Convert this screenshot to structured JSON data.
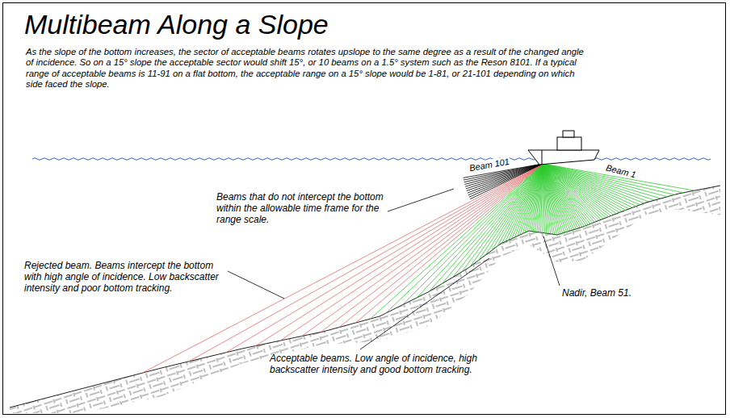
{
  "diagram": {
    "title": "Multibeam Along a Slope",
    "labels": [
      "As the slope of the bottom increases, the sector of acceptable beams rotates upslope to the same degree as a result of the changed angle of incidence. So on a 15° slope the acceptable sector would shift 15°, or 10 beams on a 1.5° system such as the Reson 8101. If a typical range of acceptable beams is 11-91 on a flat bottom, the acceptable range on a 15° slope would be 1-81, or 21-101 depending on which side faced the slope.",
      "Beam 101",
      "Beam 1",
      "Beams that do not intercept the bottom within the allowable time frame for the range scale.",
      "Rejected beam. Beams intercept the bottom with high angle of incidence. Low backscatter intensity and poor bottom tracking.",
      "Acceptable beams. Low angle of incidence, high backscatter intensity and good bottom tracking.",
      "Nadir, Beam 51."
    ]
  }
}
